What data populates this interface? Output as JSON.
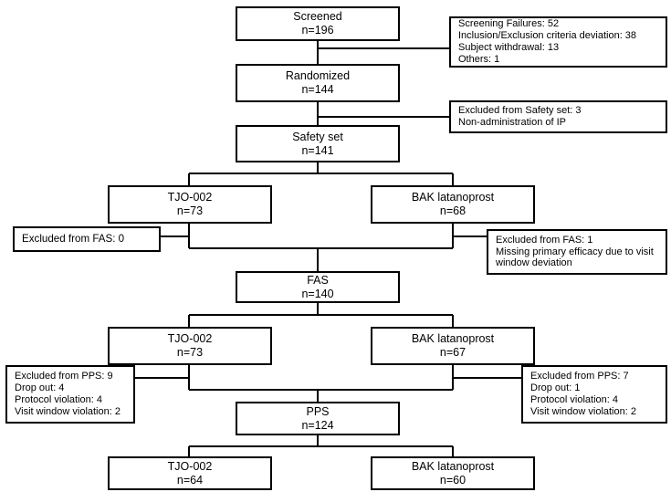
{
  "figure": {
    "type": "flow-diagram",
    "title": "CONSORT participant flow diagram",
    "stroke_color": "#000000",
    "background_color": "#ffffff"
  },
  "nodes": {
    "screened": {
      "label": "Screened",
      "count": "n=196"
    },
    "randomized": {
      "label": "Randomized",
      "count": "n=144"
    },
    "safety_set": {
      "label": "Safety set",
      "count": "n=141"
    },
    "arm1_tjo": {
      "label": "TJO-002",
      "count": "n=73"
    },
    "arm1_bak": {
      "label": "BAK latanoprost",
      "count": "n=68"
    },
    "fas": {
      "label": "FAS",
      "count": "n=140"
    },
    "arm2_tjo": {
      "label": "TJO-002",
      "count": "n=73"
    },
    "arm2_bak": {
      "label": "BAK latanoprost",
      "count": "n=67"
    },
    "pps": {
      "label": "PPS",
      "count": "n=124"
    },
    "arm3_tjo": {
      "label": "TJO-002",
      "count": "n=64"
    },
    "arm3_bak": {
      "label": "BAK latanoprost",
      "count": "n=60"
    }
  },
  "exclusions": {
    "screening_failures": {
      "line1": "Screening Failures: 52",
      "line2": "Inclusion/Exclusion criteria deviation: 38",
      "line3": "Subject withdrawal: 13",
      "line4": "Others: 1"
    },
    "safety_set_excluded": {
      "line1": "Excluded from Safety set: 3",
      "line2": "Non-administration of IP"
    },
    "fas_excluded_left": {
      "line1": "Excluded from FAS: 0"
    },
    "fas_excluded_right": {
      "line1": "Excluded from FAS: 1",
      "line2": "Missing primary efficacy due to visit window deviation"
    },
    "pps_excluded_left": {
      "line1": "Excluded from PPS: 9",
      "line2": "Drop out: 4",
      "line3": "Protocol violation: 4",
      "line4": "Visit window violation: 2"
    },
    "pps_excluded_right": {
      "line1": "Excluded from PPS: 7",
      "line2": "Drop out: 1",
      "line3": "Protocol violation: 4",
      "line4": "Visit window violation: 2"
    }
  }
}
